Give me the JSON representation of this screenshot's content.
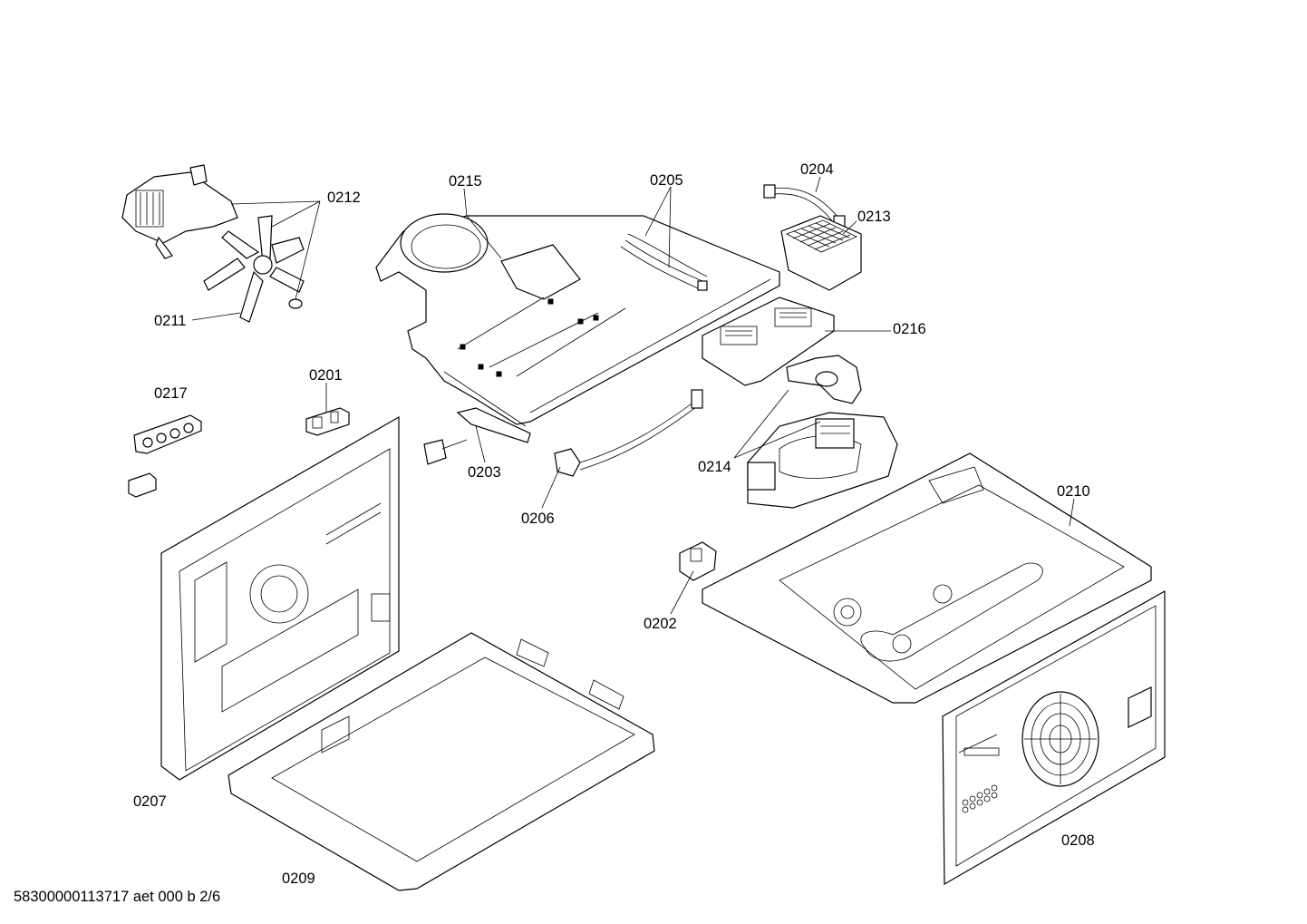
{
  "labels": {
    "p0201": "0201",
    "p0202": "0202",
    "p0203": "0203",
    "p0204": "0204",
    "p0205": "0205",
    "p0206": "0206",
    "p0207": "0207",
    "p0208": "0208",
    "p0209": "0209",
    "p0210": "0210",
    "p0211": "0211",
    "p0212": "0212",
    "p0213": "0213",
    "p0214": "0214",
    "p0215": "0215",
    "p0216": "0216",
    "p0217": "0217"
  },
  "footer": "58300000113717 aet 000 b 2/6"
}
